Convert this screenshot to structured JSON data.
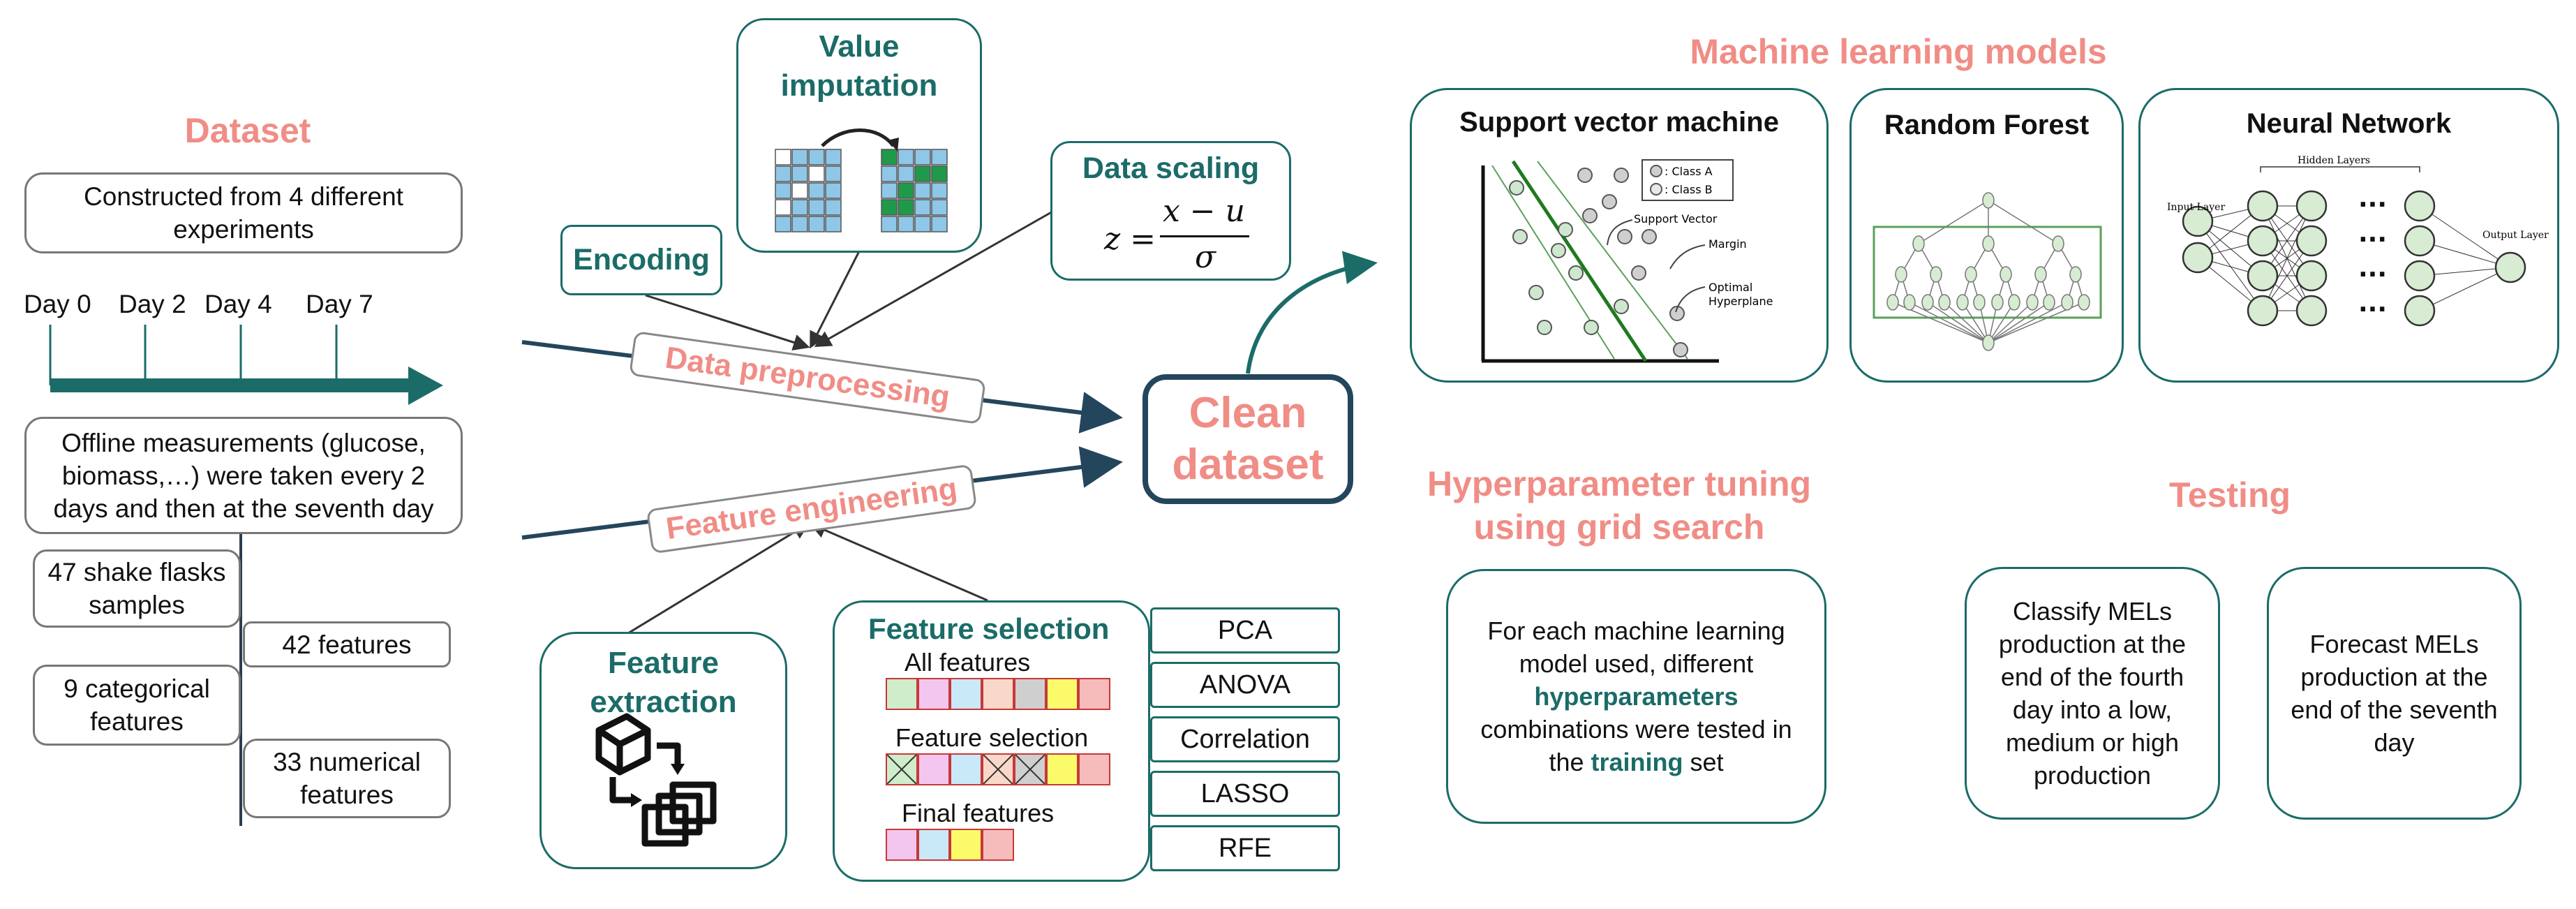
{
  "dataset": {
    "title": "Dataset",
    "constructed": "Constructed from 4 different experiments",
    "days": [
      "Day 0",
      "Day 2",
      "Day 4",
      "Day 7"
    ],
    "offline": "Offline measurements (glucose, biomass,…) were taken every 2 days and then at the seventh day",
    "shake": "47 shake flasks samples",
    "features42": "42 features",
    "categorical": "9 categorical features",
    "numerical": "33 numerical features"
  },
  "preprocessing": {
    "value_imputation": "Value imputation",
    "encoding": "Encoding",
    "data_scaling": "Data scaling",
    "formula_left": "z =",
    "formula_num": "x − u",
    "formula_den": "σ",
    "label": "Data preprocessing"
  },
  "feature_eng": {
    "label": "Feature engineering",
    "extraction": "Feature extraction",
    "selection": "Feature selection",
    "all_features": "All features",
    "feature_selection_row": "Feature selection",
    "final_features": "Final features",
    "methods": [
      "PCA",
      "ANOVA",
      "Correlation",
      "LASSO",
      "RFE"
    ]
  },
  "clean": "Clean dataset",
  "ml": {
    "title": "Machine learning models",
    "svm": "Support vector machine",
    "rf": "Random Forest",
    "nn": "Neural Network",
    "svm_legend": [
      ": Class A",
      ": Class B"
    ],
    "svm_labels": [
      "Support Vector",
      "Margin",
      "Optimal Hyperplane"
    ],
    "nn_labels": [
      "Hidden Layers",
      "Input Layer",
      "Output Layer"
    ]
  },
  "hyper": {
    "title_line1": "Hyperparameter tuning",
    "title_line2": "using grid search",
    "text_a": "For each machine learning model used, different",
    "text_hp": "hyperparameters",
    "text_b": "combinations were tested in the",
    "text_tr": "training",
    "text_c": "set"
  },
  "testing": {
    "title": "Testing",
    "classify": "Classify MELs production at the end of the fourth day into a low, medium or high production",
    "forecast": "Forecast MELs production at the end of the seventh day"
  },
  "colors": {
    "teal": "#1b6c68",
    "salmon": "#f08d86",
    "rf_green": "#5aa15a",
    "nn_node": "#d7ecd2"
  },
  "icons": [
    "matrix-icon",
    "transform-icon"
  ]
}
